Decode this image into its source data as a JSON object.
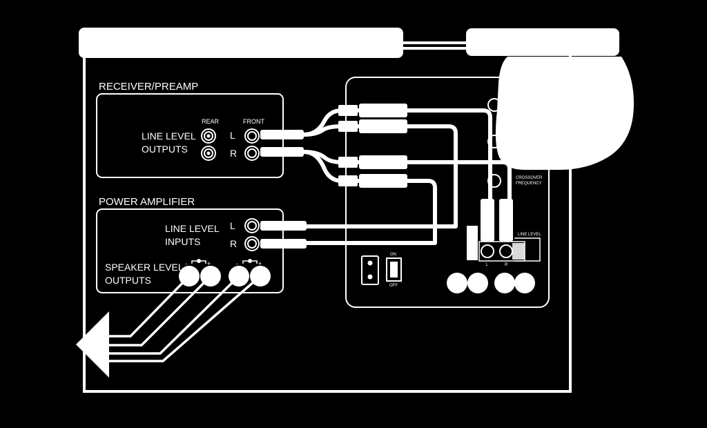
{
  "receiver": {
    "title": "RECEIVER/PREAMP",
    "outputs_line1": "LINE LEVEL",
    "outputs_line2": "OUTPUTS",
    "rear": "REAR",
    "front": "FRONT",
    "left": "L",
    "right": "R"
  },
  "amplifier": {
    "title": "POWER AMPLIFIER",
    "inputs_line1": "LINE LEVEL",
    "inputs_line2": "INPUTS",
    "speaker_line1": "SPEAKER LEVEL",
    "speaker_line2": "OUTPUTS",
    "left": "L",
    "right": "R",
    "minus": "-",
    "plus": "+"
  },
  "subwoofer": {
    "crossover_line1": "CROSSOVER",
    "crossover_line2": "FREQUENCY",
    "line_level": "LINE LEVEL",
    "jack_left": "L",
    "jack_right": "R",
    "switch_on": "ON",
    "switch_off": "OFF"
  },
  "colors": {
    "background": "#000000",
    "foreground": "#ffffff"
  }
}
